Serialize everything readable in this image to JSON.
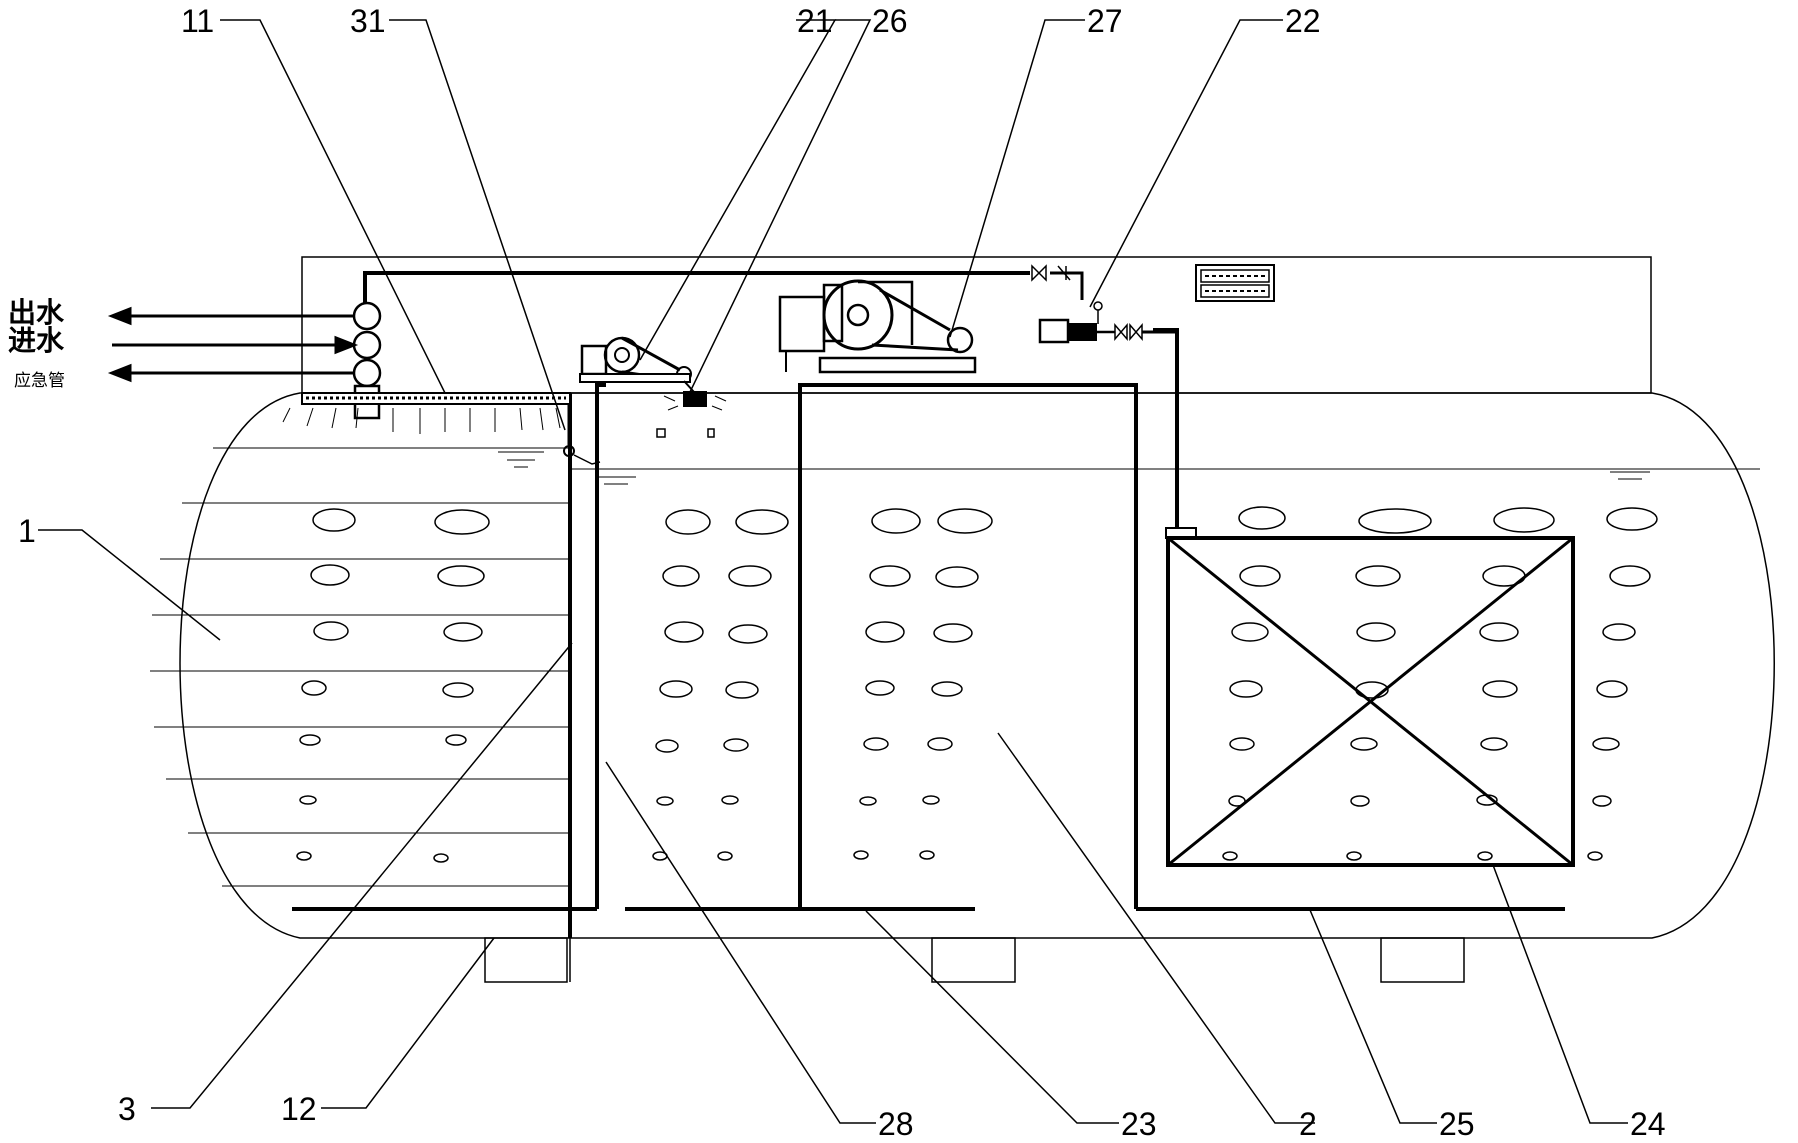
{
  "diagram": {
    "side_labels": {
      "outlet": "出水",
      "inlet": "进水",
      "emergency": "应急管"
    },
    "callouts": {
      "c11": "11",
      "c31": "31",
      "c21": "21",
      "c26": "26",
      "c27": "27",
      "c22": "22",
      "c1": "1",
      "c3": "3",
      "c12": "12",
      "c28": "28",
      "c23": "23",
      "c2": "2",
      "c25": "25",
      "c24": "24"
    }
  }
}
